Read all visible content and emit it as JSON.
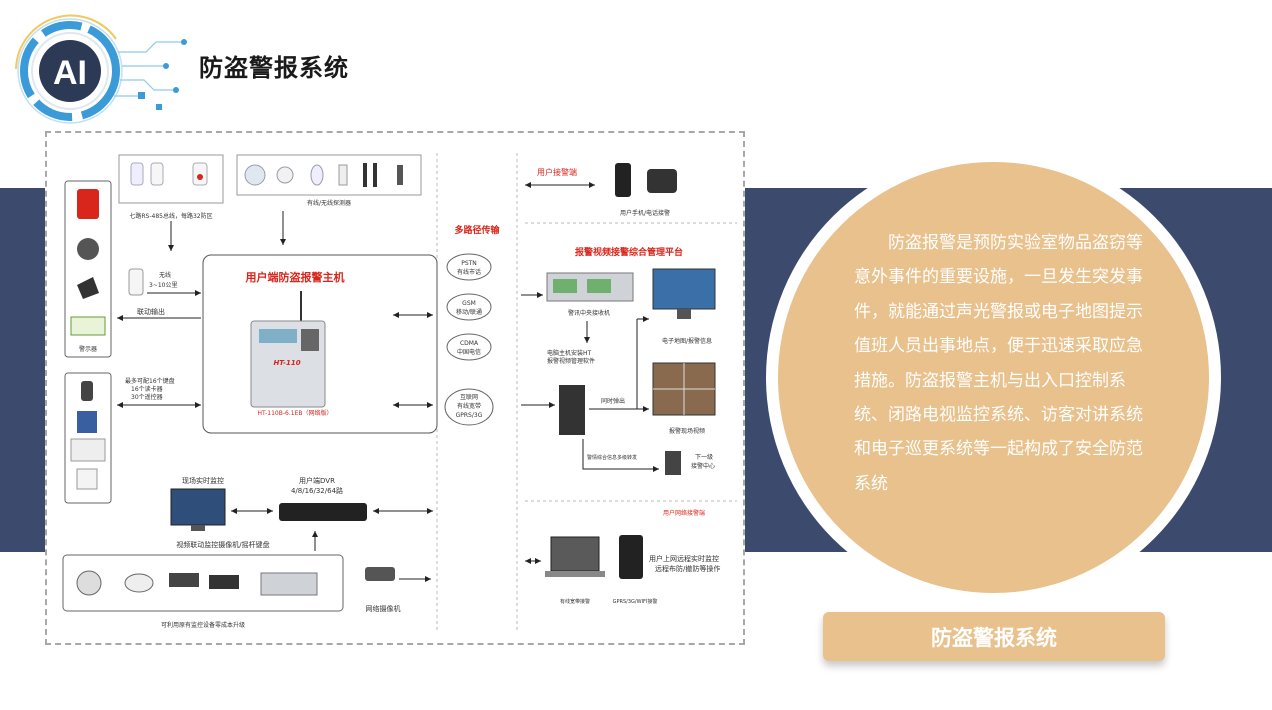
{
  "logo": {
    "text": "AI"
  },
  "header": {
    "title": "防盗警报系统"
  },
  "description": "防盗报警是预防实验室物品盗窃等意外事件的重要设施，一旦发生突发事件，就能通过声光警报或电子地图提示值班人员出事地点，便于迅速采取应急措施。防盗报警主机与出入口控制系统、闭路电视监控系统、访客对讲系统和电子巡更系统等一起构成了安全防范系统",
  "caption": "防盗警报系统",
  "diagram": {
    "bus_label": "七路RS-485总线，每路32防区",
    "detector_label": "有线/无线探测器",
    "host_title": "用户端防盗报警主机",
    "host_model": "HT-110B-6.1EB（网络版）",
    "host_brand": "HT-110",
    "wireless_label": "无线",
    "wireless_range": "3~10公里",
    "linkage_output": "联动输出",
    "alarm_label": "警示器",
    "keyboard_line1": "最多可配16个键盘",
    "keyboard_line2": "16个读卡器",
    "keyboard_line3": "30个遥控器",
    "transmission_title": "多路径传输",
    "channels": [
      {
        "l1": "PSTN",
        "l2": "有线市话"
      },
      {
        "l1": "GSM",
        "l2": "移动/联通"
      },
      {
        "l1": "CDMA",
        "l2": "中国电信"
      },
      {
        "l1": "互联网",
        "l2": "有线宽带",
        "l3": "GPRS/3G"
      }
    ],
    "user_phone_title": "用户接警端",
    "user_phone_caption": "用户手机/电话接警",
    "platform_title": "报警视频接警综合管理平台",
    "receiver_label": "警讯中央接收机",
    "software_line1": "电脑主机安装HT",
    "software_line2": "报警视频管理软件",
    "sync_label": "同时弹出",
    "emap_label": "电子地图/报警信息",
    "video_label": "报警现场视频",
    "forward_label": "警情综合信息多级转发",
    "next_center_line1": "下一级",
    "next_center_line2": "接警中心",
    "dvr_title": "用户端DVR",
    "dvr_channels": "4/8/16/32/64路",
    "monitor_label": "现场实时监控",
    "linkage_camera": "视频联动监控摄像机/摇杆键盘",
    "network_camera": "网络摄像机",
    "upgrade_label": "可利用原有监控设备零成本升级",
    "net_title": "用户网络接警端",
    "net_line1": "用户上网远程实时监控",
    "net_line2": "远程布防/撤防等操作",
    "laptop_label": "有线宽带接警",
    "mobile_label": "GPRS/3G/WIFI接警"
  },
  "colors": {
    "navy": "#3c4a6e",
    "tan": "#e8c18c",
    "accent_red": "#d9261c",
    "logo_ring": "#3b9bd8",
    "logo_dark": "#2c3a56"
  }
}
